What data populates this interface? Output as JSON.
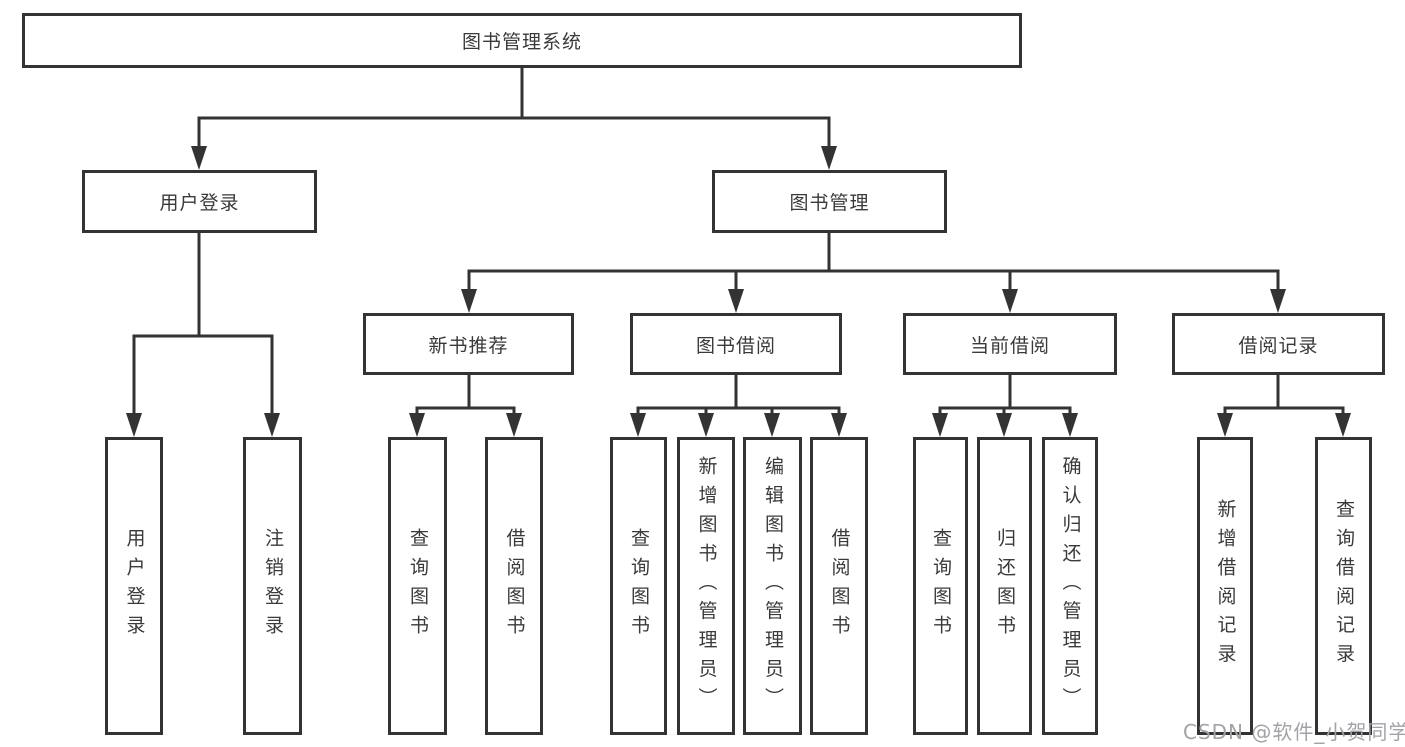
{
  "diagram": {
    "title": "图书管理系统",
    "groups": [
      {
        "label": "用户登录",
        "items": [
          "用户登录",
          "注销登录"
        ]
      },
      {
        "label": "图书管理",
        "sections": [
          {
            "label": "新书推荐",
            "items": [
              "查询图书",
              "借阅图书"
            ]
          },
          {
            "label": "图书借阅",
            "items": [
              "查询图书",
              "新增图书（管理员）",
              "编辑图书（管理员）",
              "借阅图书"
            ]
          },
          {
            "label": "当前借阅",
            "items": [
              "查询图书",
              "归还图书",
              "确认归还（管理员）"
            ]
          },
          {
            "label": "借阅记录",
            "items": [
              "新增借阅记录",
              "查询借阅记录"
            ]
          }
        ]
      }
    ]
  },
  "colors": {
    "line": "#333333",
    "box_border": "#333333",
    "text": "#3a3a3a",
    "watermark": "#a2a2a8"
  },
  "watermark": {
    "text": "CSDN @软件_小贺同学"
  }
}
